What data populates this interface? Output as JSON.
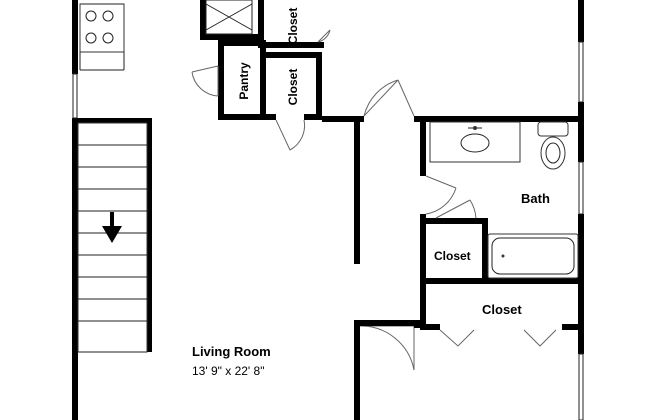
{
  "rooms": {
    "closet_top": "Closet",
    "pantry": "Pantry",
    "closet_mid": "Closet",
    "bath": "Bath",
    "closet_small": "Closet",
    "closet_right": "Closet",
    "living_room": "Living Room",
    "living_room_dims": "13' 9\" x 22' 8\""
  },
  "icons": {
    "stair_direction": "down-arrow-icon"
  }
}
